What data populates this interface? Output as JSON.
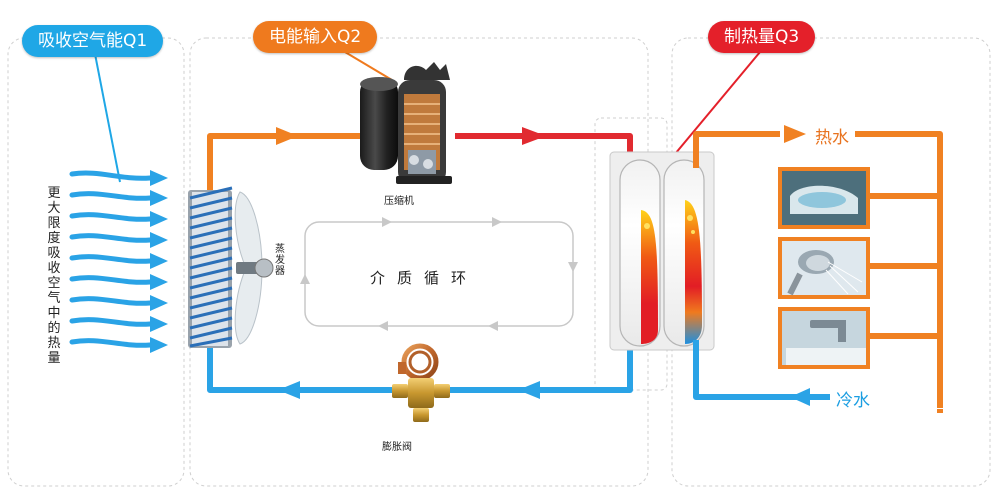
{
  "labels": {
    "q1": "吸收空气能Q1",
    "q2": "电能输入Q2",
    "q3": "制热量Q3",
    "side_text": "更大限度吸收空气中的热量",
    "evaporator": "蒸发器",
    "compressor": "压缩机",
    "cycle": "介质循环",
    "expansion_valve": "膨胀阀",
    "hot_water": "热水",
    "cold_water": "冷水"
  },
  "colors": {
    "q1_pill": "#1fa7e6",
    "q2_pill": "#ef7a1e",
    "q3_pill": "#e4202a",
    "hot_pipe": "#f08122",
    "cold_pipe": "#2aa3e6",
    "hot_gas": "#e12a30",
    "panel_border": "#cfcfcf"
  },
  "icons": {
    "compressor": "compressor-icon",
    "expansion_valve": "expansion-valve-icon",
    "evaporator": "evaporator-coil-icon",
    "fan": "fan-icon",
    "water_tanks": "water-tank-icon",
    "bathtub": "bathtub-photo",
    "shower": "shower-head-photo",
    "faucet": "faucet-photo"
  }
}
